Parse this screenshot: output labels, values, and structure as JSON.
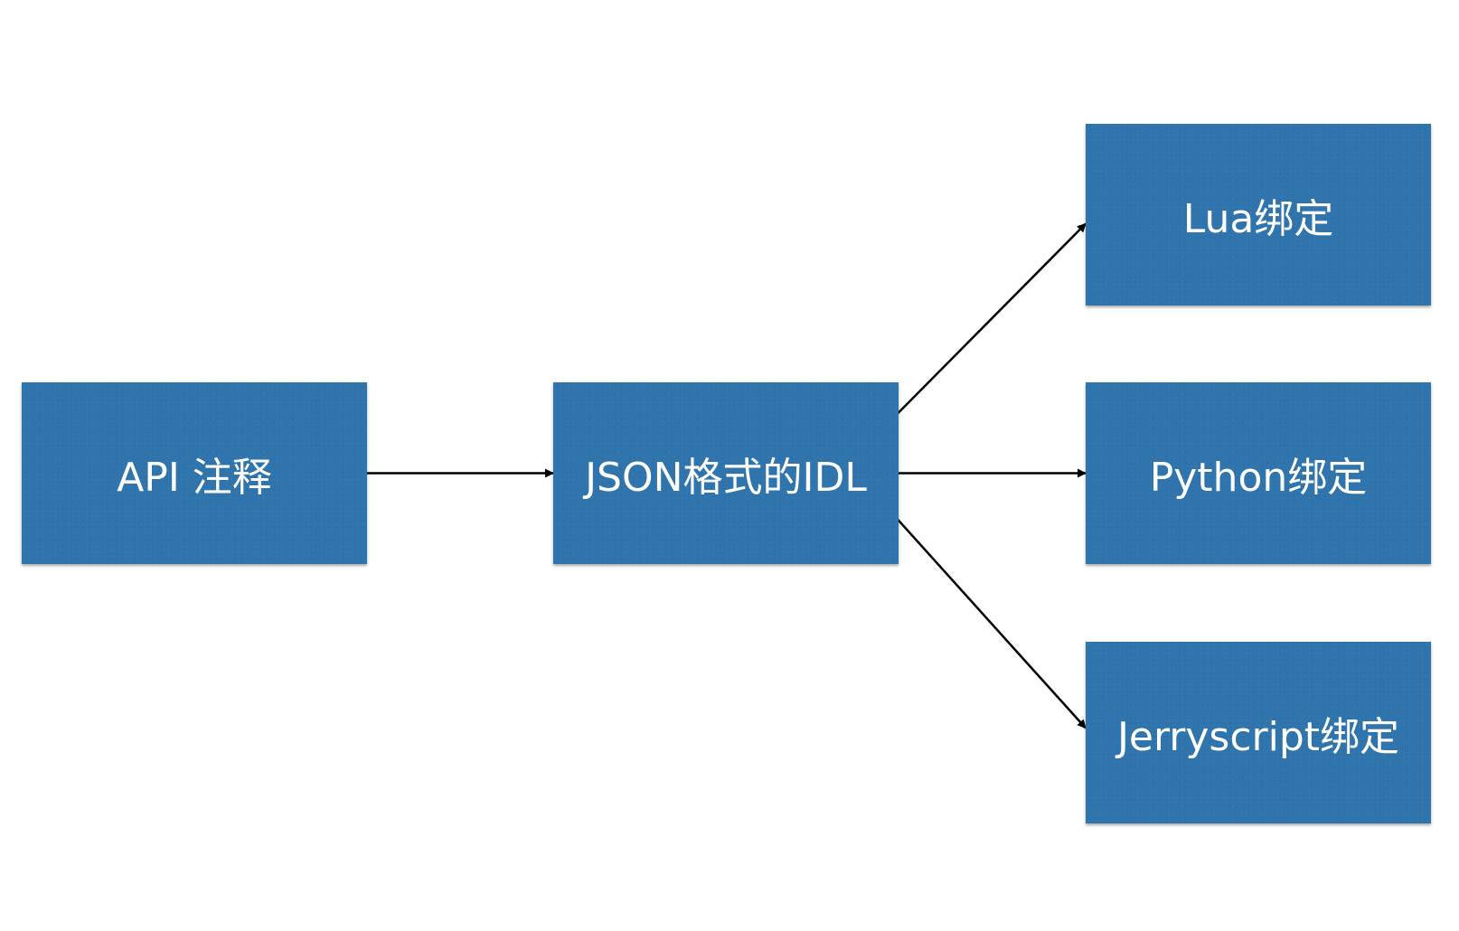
{
  "nodes": {
    "api": {
      "label": "API 注释"
    },
    "json": {
      "label": "JSON格式的IDL"
    },
    "lua": {
      "label": "Lua绑定"
    },
    "python": {
      "label": "Python绑定"
    },
    "jerryscript": {
      "label": "Jerryscript绑定"
    }
  },
  "edges": [
    {
      "from": "api",
      "to": "json"
    },
    {
      "from": "json",
      "to": "lua"
    },
    {
      "from": "json",
      "to": "python"
    },
    {
      "from": "json",
      "to": "jerryscript"
    }
  ],
  "colors": {
    "box_fill": "#2f74ac",
    "box_text": "#ffffff",
    "arrow": "#000000",
    "background": "#ffffff"
  }
}
